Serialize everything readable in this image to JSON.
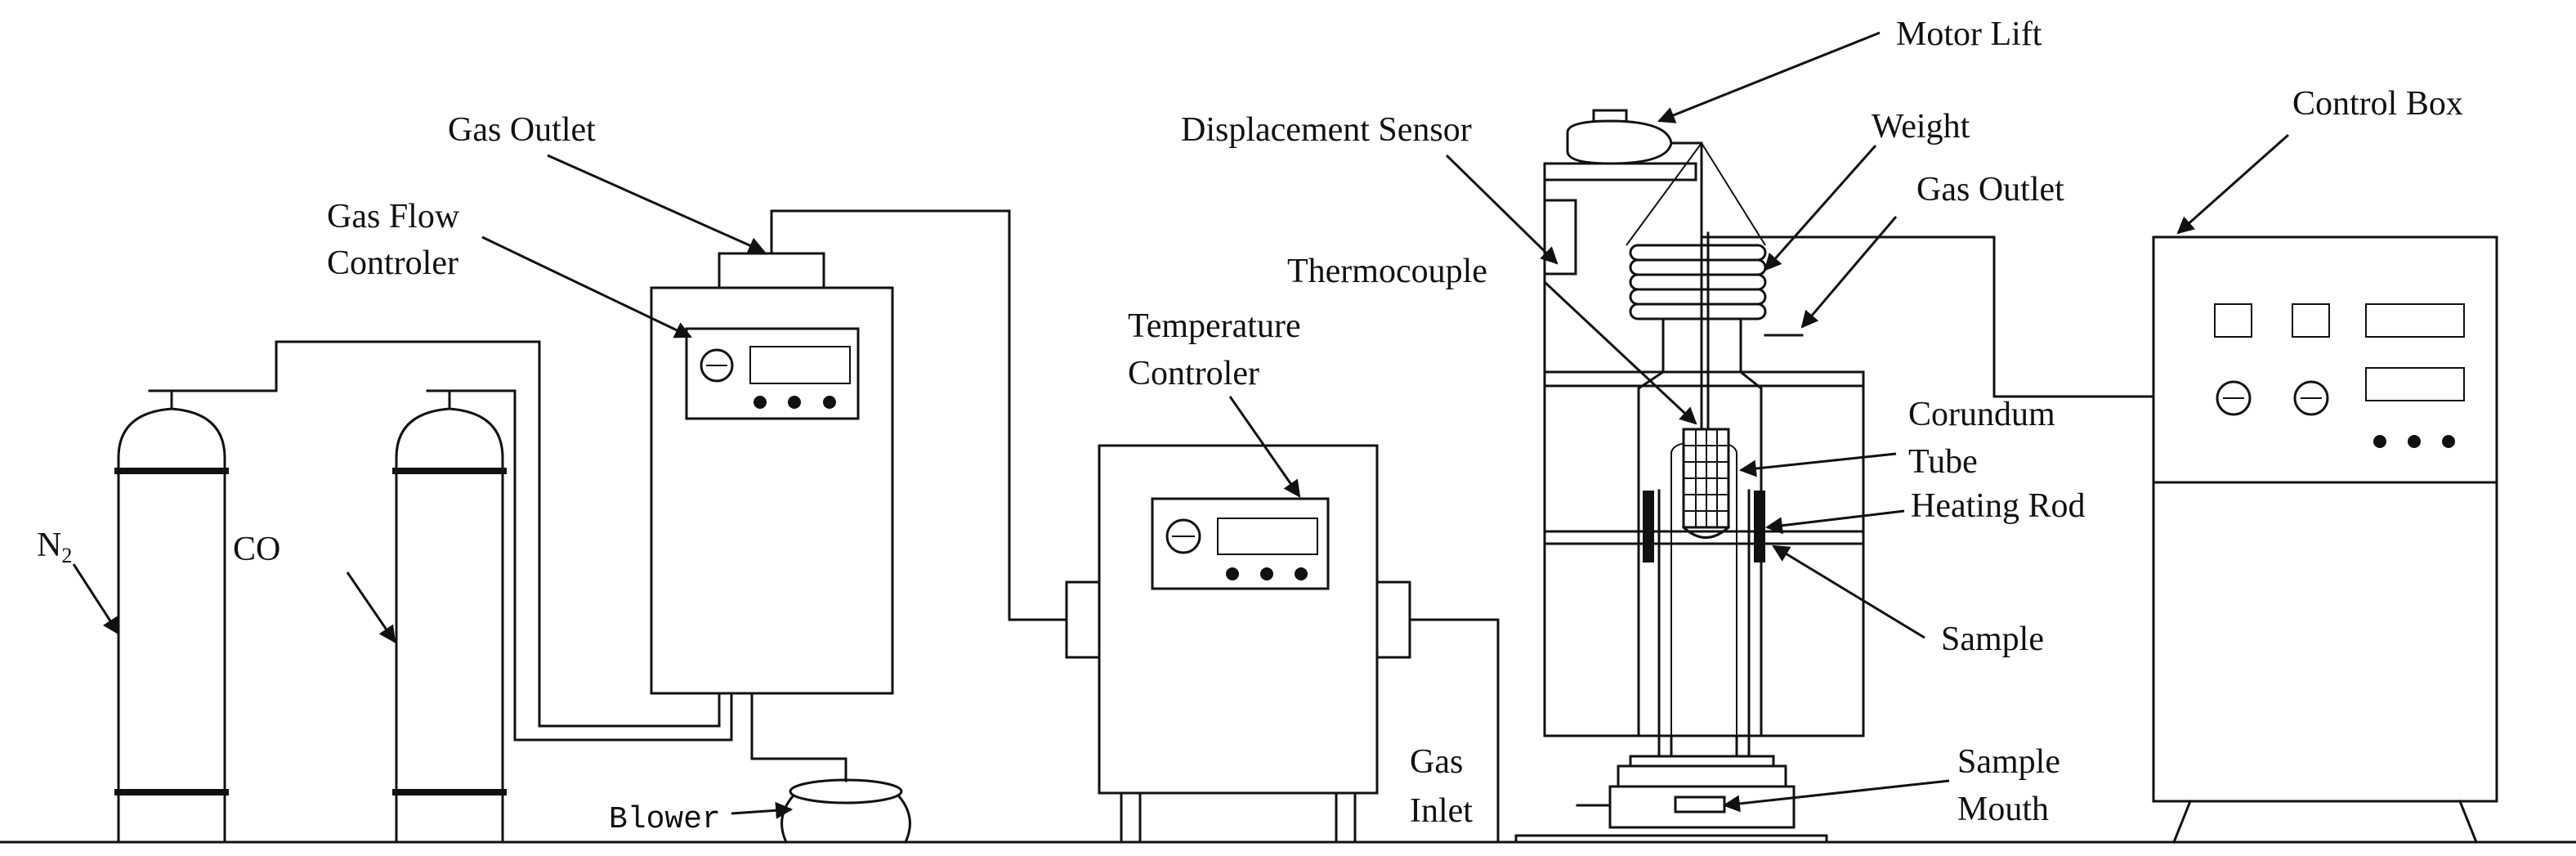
{
  "labels": {
    "n2": "N",
    "n2_sub": "2",
    "co": "CO",
    "gas_flow_line1": "Gas Flow",
    "gas_flow_line2": "Controler",
    "gas_outlet_left": "Gas Outlet",
    "blower": "Blower",
    "temp_line1": "Temperature",
    "temp_line2": "Controler",
    "motor_lift": "Motor Lift",
    "displacement_sensor": "Displacement Sensor",
    "weight": "Weight",
    "gas_outlet_right": "Gas Outlet",
    "thermocouple": "Thermocouple",
    "corundum_line1": "Corundum",
    "corundum_line2": "Tube",
    "heating_rod": "Heating Rod",
    "sample": "Sample",
    "gas_inlet_line1": "Gas",
    "gas_inlet_line2": "Inlet",
    "sample_mouth_line1": "Sample",
    "sample_mouth_line2": "Mouth",
    "control_box": "Control Box"
  },
  "colors": {
    "line": "#111111",
    "background": "#ffffff"
  }
}
